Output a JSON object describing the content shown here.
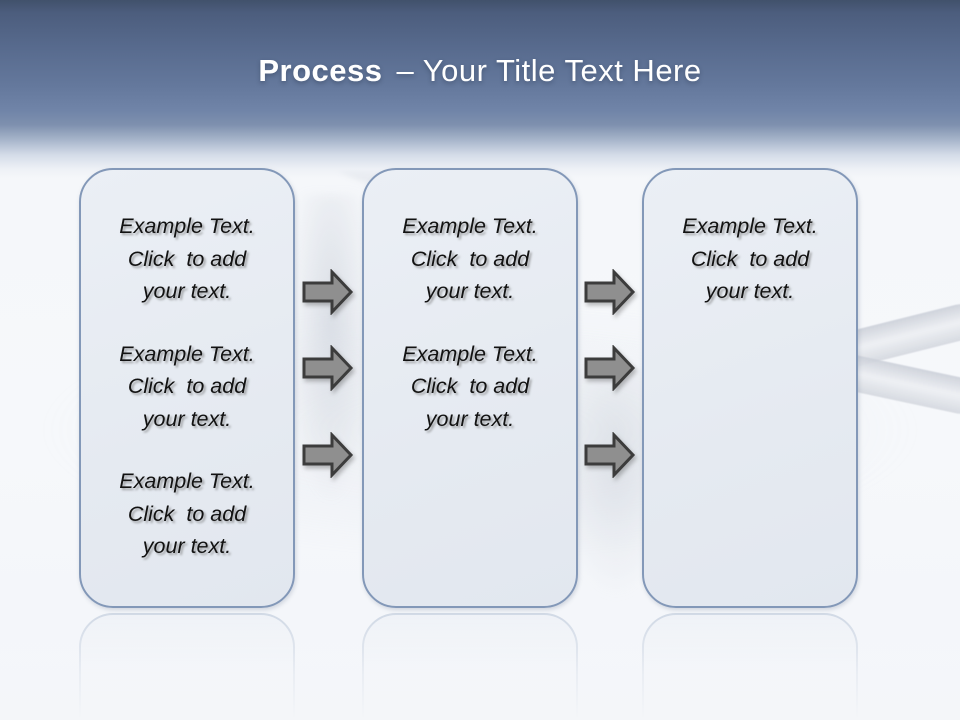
{
  "title": {
    "bold": "Process",
    "rest": "– Your Title Text Here"
  },
  "boxes": [
    {
      "name": "process-step-1",
      "paragraphs": [
        {
          "lines": [
            "Example Text.",
            "Click  to add",
            "your text."
          ]
        },
        {
          "lines": [
            "Example Text.",
            "Click  to add",
            "your text."
          ]
        },
        {
          "lines": [
            "Example Text.",
            "Click  to add",
            "your text."
          ]
        }
      ]
    },
    {
      "name": "process-step-2",
      "paragraphs": [
        {
          "lines": [
            "Example Text.",
            "Click  to add",
            "your text."
          ]
        },
        {
          "lines": [
            "Example Text.",
            "Click  to add",
            "your text."
          ]
        }
      ]
    },
    {
      "name": "process-step-3",
      "paragraphs": [
        {
          "lines": [
            "Example Text.",
            "Click  to add",
            "your text."
          ]
        }
      ]
    }
  ],
  "arrows": {
    "direction": "right",
    "group_1_count": 3,
    "group_2_count": 3
  },
  "colors": {
    "header_gradient_top": "#41516b",
    "header_gradient_mid": "#7084a8",
    "slide_background": "#f5f7fa",
    "box_fill": "#e7ebf2",
    "box_border": "#8398b8",
    "arrow_fill": "#8f8f8f",
    "arrow_outline": "#3c3c3c",
    "title_text": "#ffffff",
    "body_text": "#121212"
  }
}
